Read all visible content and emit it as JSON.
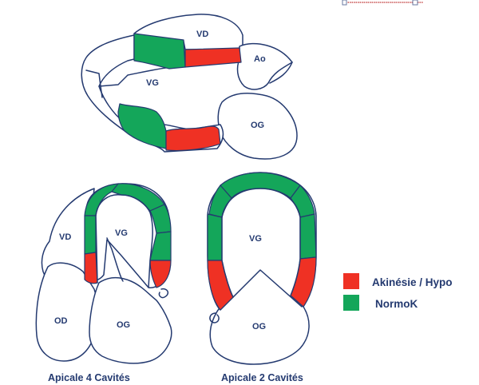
{
  "colors": {
    "akinesie": "#ef3124",
    "normok": "#14a65a",
    "outline": "#243a70",
    "label": "#243a70"
  },
  "top_view": {
    "label_vd": "VD",
    "label_ao": "Ao",
    "label_vg": "VG",
    "label_og": "OG"
  },
  "apical4": {
    "label_vd": "VD",
    "label_vg": "VG",
    "label_od": "OD",
    "label_og": "OG",
    "caption": "Apicale 4 Cavités"
  },
  "apical2": {
    "label_vg": "VG",
    "label_og": "OG",
    "caption": "Apicale 2 Cavités"
  },
  "legend": {
    "items": [
      {
        "label": "Akinésie / Hypo",
        "color": "#ef3124",
        "icon": "red-square"
      },
      {
        "label": "NormoK",
        "color": "#14a65a",
        "icon": "green-square"
      }
    ]
  }
}
